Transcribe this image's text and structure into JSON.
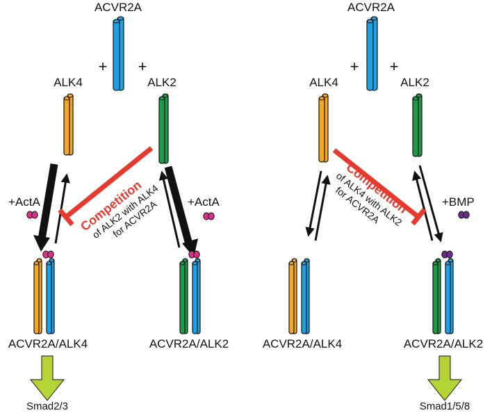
{
  "colors": {
    "acvr2a": "#1ba3e6",
    "alk4": "#f5a623",
    "alk2": "#1f9a4a",
    "inhibit": "#e8392f",
    "actA_ligand": "#d9308a",
    "bmp_ligand": "#6a2d8c",
    "smad_arrow": "#b5d335",
    "outline": "#111111"
  },
  "plus_sign": "+",
  "left_panel": {
    "top_receptor": "ACVR2A",
    "left_receptor": "ALK4",
    "right_receptor": "ALK2",
    "ligand_left_label": "+ActA",
    "ligand_right_label": "+ActA",
    "competition_title": "Competition",
    "competition_line1": "of ALK2 with ALK4",
    "competition_line2": "for ACVR2A",
    "complex_left": "ACVR2A/ALK4",
    "complex_right": "ACVR2A/ALK2",
    "smad_output": "Smad2/3"
  },
  "right_panel": {
    "top_receptor": "ACVR2A",
    "left_receptor": "ALK4",
    "right_receptor": "ALK2",
    "ligand_right_label": "+BMP",
    "competition_title": "Competition",
    "competition_line1": "of ALK4 with ALK2",
    "competition_line2": "for ACVR2A",
    "complex_left": "ACVR2A/ALK4",
    "complex_right": "ACVR2A/ALK2",
    "smad_output": "Smad1/5/8"
  }
}
